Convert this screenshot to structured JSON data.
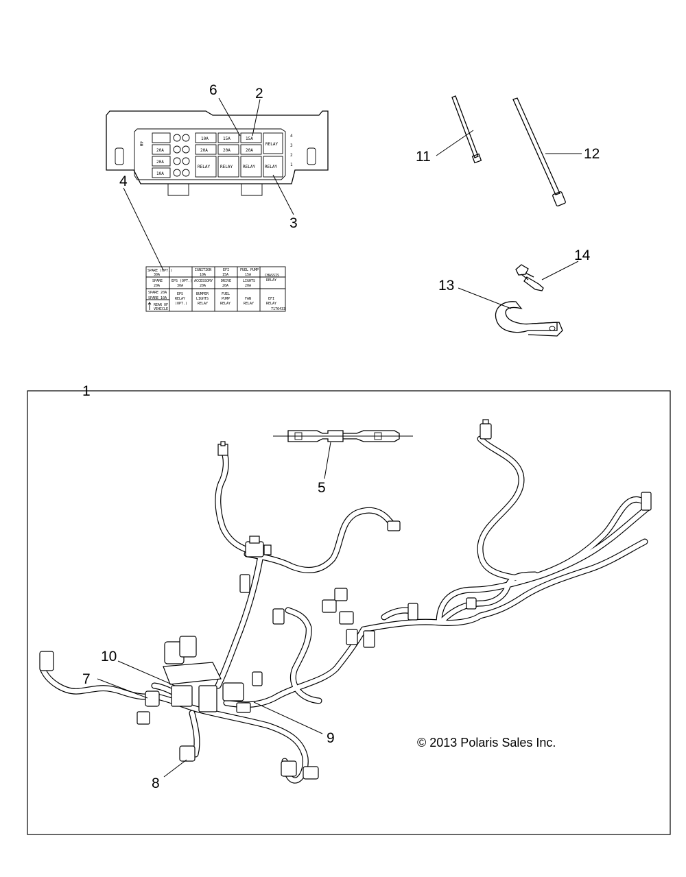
{
  "callouts": {
    "c1": "1",
    "c2": "2",
    "c3": "3",
    "c4": "4",
    "c5": "5",
    "c6": "6",
    "c7": "7",
    "c8": "8",
    "c9": "9",
    "c10": "10",
    "c11": "11",
    "c12": "12",
    "c13": "13",
    "c14": "14"
  },
  "fuse_box": {
    "row1": [
      "10A",
      "15A",
      "15A",
      "RELAY"
    ],
    "row2": [
      "20A",
      "20A",
      "20A",
      "20A"
    ],
    "row3": [
      "20A",
      "RELAY",
      "RELAY",
      "RELAY",
      "RELAY"
    ],
    "row4": [
      "10A"
    ],
    "side_left": "40",
    "side_right": [
      "4",
      "3",
      "2",
      "1"
    ]
  },
  "fuse_label": {
    "r1": [
      "SPARE (OPT.)",
      "30A",
      "IGNITION",
      "10A",
      "EFI",
      "15A",
      "FUEL PUMP",
      "15A",
      "CHASSIS",
      "RELAY"
    ],
    "r2": [
      "SPARE",
      "20A",
      "EPS (OPT.)",
      "30A",
      "ACCESSORY",
      "20A",
      "DRIVE",
      "20A",
      "LIGHTS",
      "20A"
    ],
    "r3": [
      "SPARE 20A",
      "SPARE 10A",
      "EPS",
      "RELAY",
      "(OPT.)",
      "BUMPER",
      "LIGHTS",
      "RELAY",
      "FUEL",
      "PUMP",
      "RELAY",
      "FAN",
      "RELAY",
      "EFI",
      "RELAY"
    ],
    "rear": [
      "REAR OF",
      "VEHICLE"
    ],
    "part_no": "7176433"
  },
  "copyright": "© 2013 Polaris Sales Inc."
}
